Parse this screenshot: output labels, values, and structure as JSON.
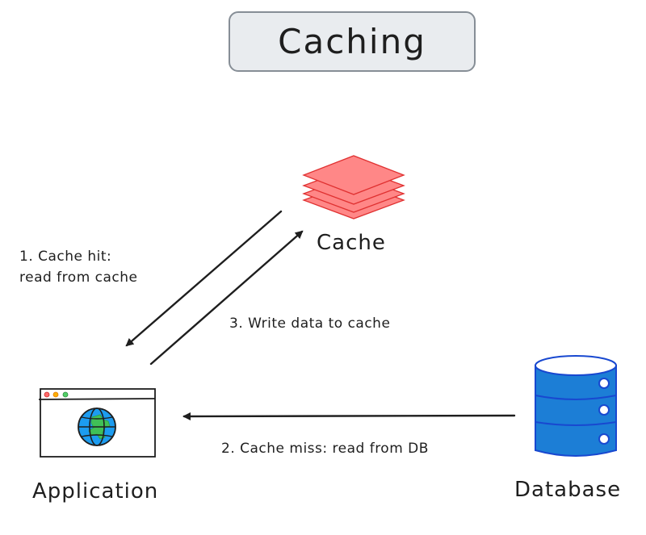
{
  "title": "Caching",
  "nodes": {
    "cache": {
      "label": "Cache",
      "icon": "layers-icon",
      "color": "#ff8787",
      "stroke": "#e03131"
    },
    "application": {
      "label": "Application",
      "icon": "browser-globe-icon",
      "window_dots": [
        "#e03131",
        "#f08c00",
        "#2f9e44"
      ],
      "globe_color": "#228be6",
      "land_color": "#40c057"
    },
    "database": {
      "label": "Database",
      "icon": "database-icon",
      "color": "#1c7ed6",
      "stroke": "#1848d0"
    }
  },
  "edges": [
    {
      "id": "cache-hit",
      "from": "Cache",
      "to": "Application",
      "label_lines": [
        "1. Cache hit:",
        "read from cache"
      ]
    },
    {
      "id": "cache-miss",
      "from": "Database",
      "to": "Application",
      "label_lines": [
        "2. Cache miss: read from DB"
      ]
    },
    {
      "id": "write-cache",
      "from": "Application",
      "to": "Cache",
      "label_lines": [
        "3. Write data to cache"
      ]
    }
  ]
}
